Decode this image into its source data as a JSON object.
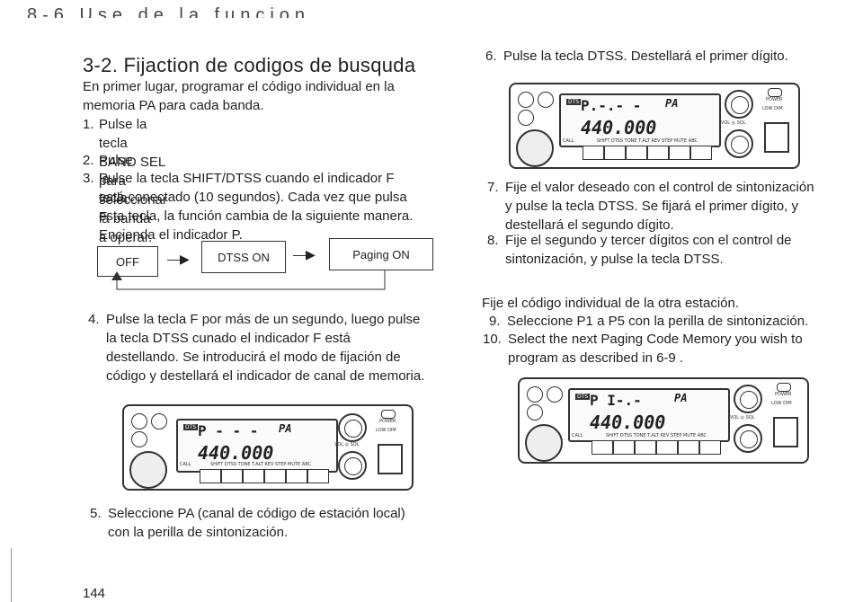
{
  "header": {
    "text": "8-6 Use de la funcion"
  },
  "title": "3-2. Fijaction de codigos de busquda",
  "intro": "En primer lugar, programar el código individual en la memoria PA para cada banda.",
  "left_steps": [
    {
      "num": "1.",
      "lines": [
        "Pulse la tecla BAND SEL para seleccionar la banda",
        "a operar."
      ]
    },
    {
      "num": "2.",
      "lines": [
        "Pulse la tecla F."
      ]
    },
    {
      "num": "3.",
      "lines": [
        "Pulse la tecla SHIFT/DTSS cuando el indicador F",
        "está conectado (10 segundos). Cada vez que pulsa",
        "esta tecla, la función cambia de la siguiente manera.",
        "Encienda el indicador P."
      ]
    }
  ],
  "flow": {
    "off": "OFF",
    "dtss_on": "DTSS   ON",
    "paging_on": "Paging ON"
  },
  "step4": {
    "num": "4.",
    "lines": [
      "Pulse la tecla F por más de un segundo, luego pulse",
      "la tecla DTSS cunado el indicador F está",
      "destellando. Se introducirá el modo de fijación de",
      "código y destellará el indicador de canal de memoria."
    ]
  },
  "step5": {
    "num": "5.",
    "lines": [
      "Seleccione PA (canal de código de estación local)",
      "con la perilla de sintonización."
    ]
  },
  "page_number": "144",
  "right_steps": {
    "step6": {
      "num": "6.",
      "lines": [
        "Pulse la tecla DTSS.  Destellará el primer dígito."
      ]
    },
    "step7": {
      "num": "7.",
      "lines": [
        "Fije el valor deseado con el control de sintonización",
        "y pulse la tecla DTSS. Se fijará el primer dígito, y",
        "destellará el segundo dígito."
      ]
    },
    "step8": {
      "num": "8.",
      "lines": [
        "Fije el segundo y tercer  dígitos con el control de",
        "sintonización, y pulse la tecla DTSS."
      ]
    },
    "intro2": "Fije el código individual de la otra estación.",
    "step9": {
      "num": "9.",
      "lines": [
        "Seleccione P1 a P5 con la perilla de sintonización."
      ]
    },
    "step10": {
      "num": "10.",
      "lines": [
        "Select the next Paging Code Memory you wish to",
        "program as described in 6-9 ."
      ]
    }
  },
  "radio_labels": {
    "freq": "440.000",
    "p_dash": "P - - -",
    "pa": "PA",
    "p_right": "P.-.- -",
    "p_one": "P I-.-",
    "power": "POWER",
    "low_dim": "LOW DIM",
    "vol_sql": "VOL ◎ SQL",
    "call": "CALL",
    "keys": "SHIFT DTSS  TONE T.ALT  REV STEP  MUTE ABC",
    "dts": "DTS"
  }
}
